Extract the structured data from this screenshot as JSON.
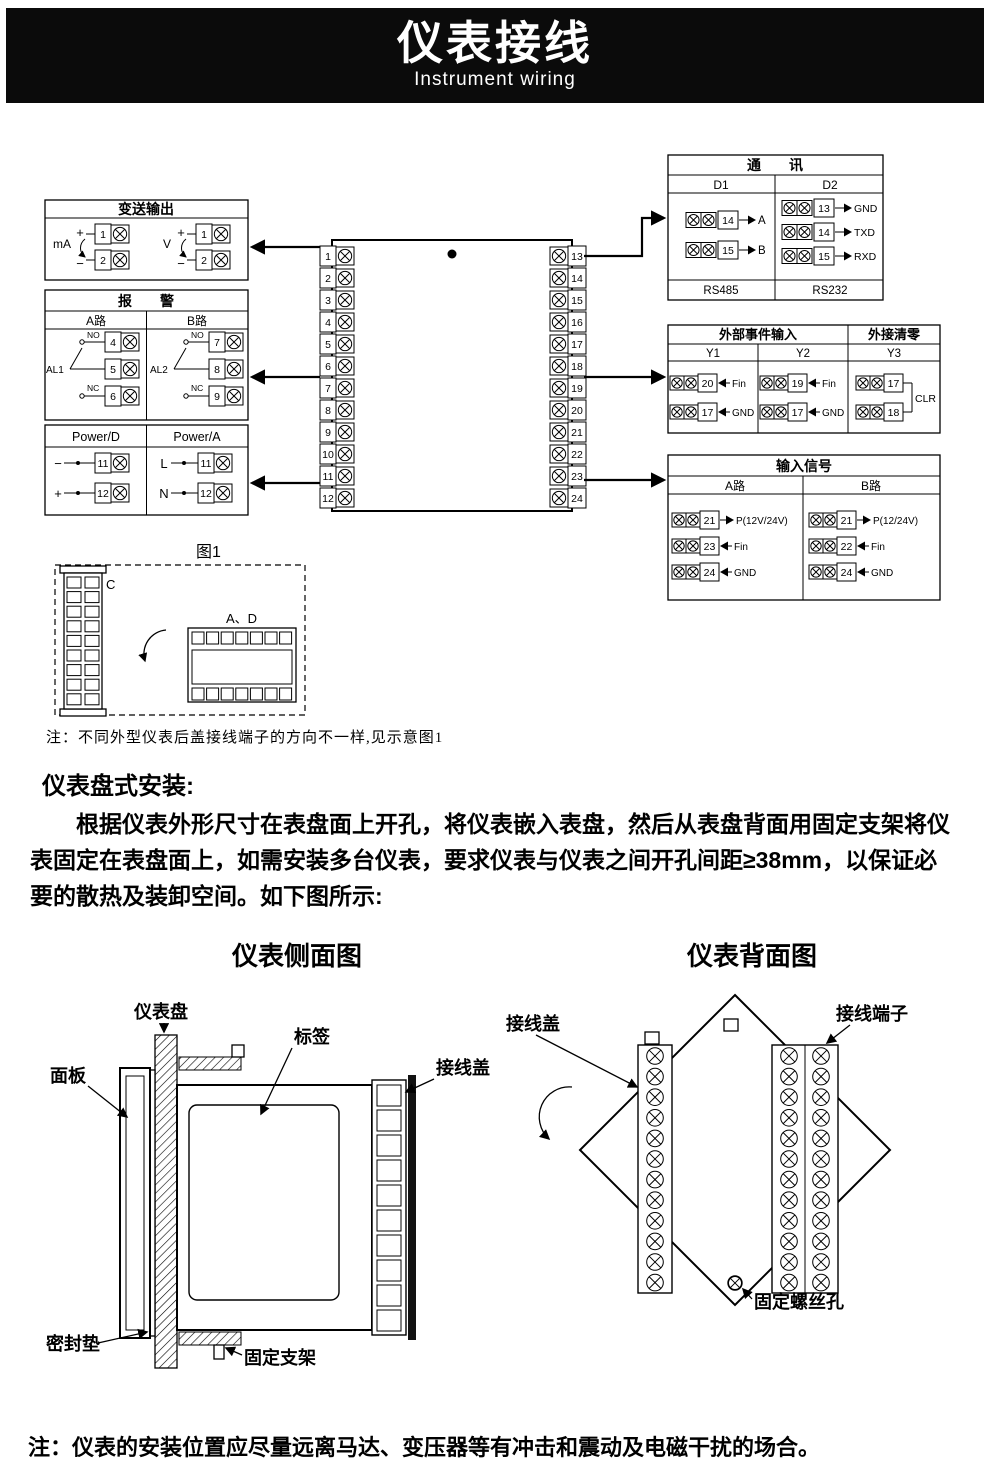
{
  "header": {
    "title": "仪表接线",
    "subtitle": "Instrument wiring"
  },
  "wiring": {
    "transmitter": {
      "title": "变送输出",
      "groups": [
        {
          "label": "mA",
          "plus": "+",
          "minus": "−",
          "terms": [
            "1",
            "2"
          ]
        },
        {
          "label": "V",
          "plus": "+",
          "min": "",
          "minus": "−",
          "terms": [
            "1",
            "2"
          ]
        }
      ]
    },
    "alarm": {
      "title": "报　　警",
      "columns": [
        {
          "header": "A路",
          "relay": "AL1",
          "no": "NO",
          "nc": "NC",
          "terms": [
            "4",
            "5",
            "6"
          ]
        },
        {
          "header": "B路",
          "relay": "AL2",
          "no": "NO",
          "nc": "NC",
          "terms": [
            "7",
            "8",
            "9"
          ]
        }
      ]
    },
    "power": {
      "columns": [
        {
          "header": "Power/D",
          "rows": [
            {
              "sign": "−",
              "num": "11"
            },
            {
              "sign": "+",
              "num": "12"
            }
          ]
        },
        {
          "header": "Power/A",
          "rows": [
            {
              "sign": "L",
              "num": "11"
            },
            {
              "sign": "N",
              "num": "12"
            }
          ]
        }
      ]
    },
    "center": {
      "left": [
        "1",
        "2",
        "3",
        "4",
        "5",
        "6",
        "7",
        "8",
        "9",
        "10",
        "11",
        "12"
      ],
      "right": [
        "13",
        "14",
        "15",
        "16",
        "17",
        "18",
        "19",
        "20",
        "21",
        "22",
        "23",
        "24"
      ]
    },
    "comm": {
      "title": "通　　讯",
      "col1": "D1",
      "col2": "D2",
      "d1_rows": [
        {
          "num": "14",
          "dir": "right",
          "label": "A"
        },
        {
          "num": "15",
          "dir": "right",
          "label": "B"
        }
      ],
      "d2_rows": [
        {
          "num": "13",
          "dir": "right",
          "label": "GND"
        },
        {
          "num": "14",
          "dir": "right",
          "label": "TXD"
        },
        {
          "num": "15",
          "dir": "right",
          "label": "RXD"
        }
      ],
      "d1_std": "RS485",
      "d2_std": "RS232"
    },
    "event": {
      "title_left": "外部事件输入",
      "title_right": "外接清零",
      "y1": "Y1",
      "y2": "Y2",
      "y3": "Y3",
      "y1_rows": [
        {
          "num": "20",
          "dir": "left",
          "label": "Fin"
        },
        {
          "num": "17",
          "dir": "left",
          "label": "GND"
        }
      ],
      "y2_rows": [
        {
          "num": "19",
          "dir": "left",
          "label": "Fin"
        },
        {
          "num": "17",
          "dir": "left",
          "label": "GND"
        }
      ],
      "y3_rows": [
        {
          "num": "17"
        },
        {
          "num": "18"
        }
      ],
      "clr": "CLR"
    },
    "input": {
      "title": "输入信号",
      "col_a": "A路",
      "col_b": "B路",
      "a_rows": [
        {
          "num": "21",
          "dir": "right",
          "label": "P(12V/24V)"
        },
        {
          "num": "23",
          "dir": "left",
          "label": "Fin"
        },
        {
          "num": "24",
          "dir": "left",
          "label": "GND"
        }
      ],
      "b_rows": [
        {
          "num": "21",
          "dir": "right",
          "label": "P(12/24V)"
        },
        {
          "num": "22",
          "dir": "left",
          "label": "Fin"
        },
        {
          "num": "24",
          "dir": "left",
          "label": "GND"
        }
      ]
    },
    "fig1": {
      "caption": "图1",
      "c_label": "C",
      "ad_label": "A、D"
    },
    "note": "注：不同外型仪表后盖接线端子的方向不一样,见示意图1"
  },
  "install": {
    "heading": "仪表盘式安装:",
    "paragraph": "根据仪表外形尺寸在表盘面上开孔，将仪表嵌入表盘，然后从表盘背面用固定支架将仪表固定在表盘面上，如需安装多台仪表，要求仪表与仪表之间开孔间距≥38mm，以保证必要的散热及装卸空间。如下图所示:",
    "side_title": "仪表侧面图",
    "back_title": "仪表背面图",
    "side_labels": {
      "panel": "仪表盘",
      "front": "面板",
      "tag": "标签",
      "cover": "接线盖",
      "gasket": "密封垫",
      "bracket": "固定支架"
    },
    "back_labels": {
      "cover": "接线盖",
      "terminal": "接线端子",
      "screw_hole": "固定螺丝孔"
    },
    "bottom_note": "注：仪表的安装位置应尽量远离马达、变压器等有冲击和震动及电磁干扰的场合。"
  }
}
